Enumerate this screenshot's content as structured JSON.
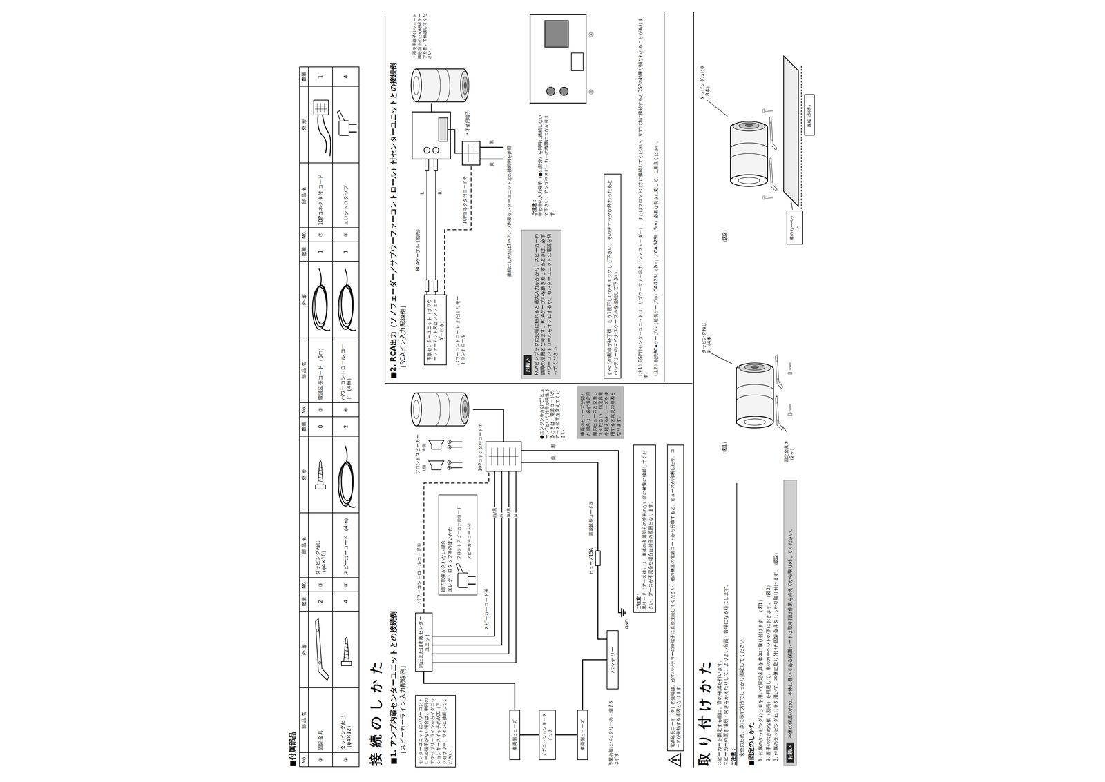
{
  "diagram": {
    "nodes": [
      {
        "text": [
          "センターユニットにパワーコントロール端子がない場合は、車両のアクセサリーラインからイグニッションキースイッチのACC（アクセサリー）ラインに接続してください。"
        ]
      },
      {
        "text": [
          "純正または市販センターユニット"
        ]
      },
      {
        "text": [
          "車両側ヒューズ"
        ]
      },
      {
        "text": [
          "イグニッションキースイッチ"
        ]
      },
      {
        "text": [
          "車両側ヒューズ"
        ]
      },
      {
        "text": [
          "バッテリー"
        ]
      },
      {
        "text": [
          "ご注意：",
          "黒リード（アース線）は、車体の金属部分の塗装のない所に確実に接続してください。アースが不完全な場合は雑音の原因となります。"
        ]
      },
      {
        "text": [
          "車両のヒューズが切れた場合は、必ず指定容量のヒューズと交換してください。指定容量を超えるヒューズを使用すると火災の原因となります。"
        ]
      },
      {
        "text": [
          "電源延長コード（⑤）の先端は、必ずバッテリーの⊕端子に直接接続してください。他の機器の電源コードから分岐すると、ヒューズが溶断したり、コードが発熱する原因となります。"
        ]
      },
      {
        "text": [
          "市販センターユニット（サブウーファーアウト又はソノフェーダー付き）"
        ]
      },
      {
        "text": [
          "お願い",
          "RCAピンプラグの先端に触れると過大入力がかかり、スピーカーの故障の原因となります。RCAケーブルを抜き差しするときは、必ずパワーコントロールをオフにするか、センターユニットの電源を切ってください。"
        ]
      },
      {
        "text": [
          "ご注意：",
          "ⒶとⒷの入力端子（■の部分）を同時に接続しないで下さい。アンプやスピーカーの故障につながります。"
        ]
      },
      {
        "text": [
          "すべての配線が終了後、もう1度正しいかチェックして下さい。そのチェックが終わったあとバッテリーのマイナスケーブルを接続して下さい。"
        ]
      },
      {
        "text": [
          "お願い",
          "本体の保護のため、本体に巻いてある保護シートは取り付け作業を終えてから取り外してください。"
        ]
      },
      {
        "text": [
          "厚板（別売）"
        ]
      },
      {
        "text": [
          "車のカーペット"
        ]
      }
    ],
    "edges": [
      {
        "from": 5,
        "to": 4,
        "arrow": "none"
      },
      {
        "from": 4,
        "to": 3,
        "arrow": "none"
      },
      {
        "from": 3,
        "to": 2,
        "arrow": "none"
      },
      {
        "from": 2,
        "to": 1,
        "arrow": "none"
      }
    ],
    "labels": [
      "■付属部品",
      "No.",
      "部 品 名",
      "外 形",
      "数量",
      "No.",
      "部 品 名",
      "外 形",
      "数量",
      "No.",
      "部 品 名",
      "外 形",
      "数量",
      "No.",
      "部 品 名",
      "外 形",
      "数量",
      "①",
      "固定金具",
      "2",
      "③",
      "タッピングねじ （φ4×16）",
      "8",
      "⑤",
      "電源延長コード （6m）",
      "1",
      "⑦",
      "10Pコネクタ付 コード",
      "1",
      "②",
      "タッピングねじ （φ4×12）",
      "4",
      "④",
      "スピーカーコード （4m）",
      "2",
      "⑥",
      "パワーコントロール コード （4m）",
      "1",
      "⑧",
      "エレクトロタップ",
      "4",
      "接続のしかた",
      "■1. アンプ内蔵センターユニットとの接続例",
      "［スピーカーライン入力配線例］",
      "パワーコントロールコード⑥",
      "端子形状が合わない場合",
      "エレクトロタップ⑧の使いかた",
      "フロントスピーカーのコード",
      "スピーカーコード④",
      "フロントスピーカー",
      "L側",
      "R側",
      "10Pコネクタ付コード⑦",
      "スピーカーコード④",
      "白/黒",
      "白",
      "灰/黒",
      "灰",
      "黄",
      "黒",
      "ヒューズ15A",
      "電源延長コード⑤",
      "GND",
      "作業の前にバッテリーの－端子をはずす",
      "●エンジンをかけて“ヒューン”という雑音が発生するときは、電源コードのアース位置を変えてください。",
      "■2. RCA出力（ソノフェーダー／サブウーファーコントロール）付センターユニットとの接続例",
      "［RCAピン入力配線例］",
      "RCAケーブル（別売）",
      "L",
      "R",
      "パワーコントロール または リモートコントロール",
      "10Pコネクタ付コード⑦",
      "＊不使用端子",
      "黄",
      "黒",
      "接続のしかたは1のアンプ内蔵センターユニットとの接続例を参照",
      "＊不使用端子はショート事故防止のため絶縁テープを巻いて保護してください。",
      "Ⓐ",
      "Ⓑ",
      "〔注1〕DSP付センターユニットは、サブウーファー出力（ソノフェーダー）、またはフロント出力に接続してください。リア出力に接続するとDSPの効果が損なわれることがあります。",
      "〔注2〕別売RCAケーブル（延長ケーブル）CA-22SL（2m）／CA-52SL（5m）必要な長さに応じて、ご用意ください。",
      "取り付けかた",
      "スピーカーを固定する前に、音の確認を行います。",
      "スピーカーの置き場所・向きをかえたりして、よりよい音質・音場になる様にします。",
      "ご注意：",
      "安全のため、次に示す方法でしっかり固定してください。",
      "■固定のしかた",
      "1. 付属のタッピングねじ②を用いて固定金具を本体に取り付けます。（図1）",
      "2. 厚手の大きめな板（別売）を用意して、車のカーペットの下におきます。（図2）",
      "3. 付属のタッピングねじ③を用いて、本体に取り付けた固定金具をしっかり取り付けます。（図2）",
      "（図1）",
      "固定金具① （2ヶ）",
      "タッピングねじ② （4本）",
      "（図2）",
      "タッピングねじ③ （8本）"
    ]
  }
}
